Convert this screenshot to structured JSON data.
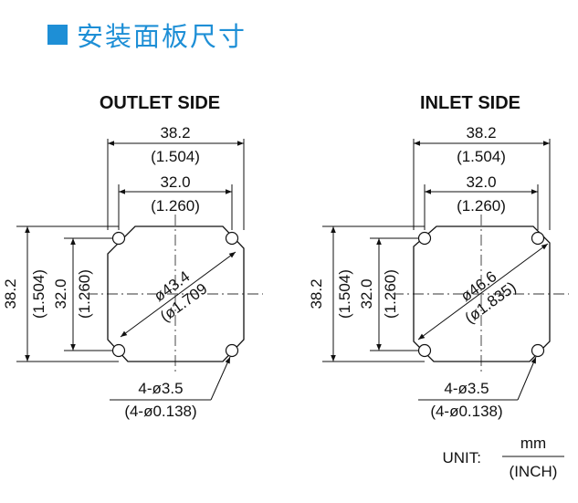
{
  "header": {
    "title": "安装面板尺寸",
    "accent_color": "#1e8fd6"
  },
  "views": [
    {
      "title": "OUTLET SIDE",
      "outer_mm": "38.2",
      "outer_inch": "(1.504)",
      "pitch_mm": "32.0",
      "pitch_inch": "(1.260)",
      "diag_mm": "ø43.4",
      "diag_inch": "(ø1.709",
      "holes_mm": "4-ø3.5",
      "holes_inch": "(4-ø0.138)"
    },
    {
      "title": "INLET SIDE",
      "outer_mm": "38.2",
      "outer_inch": "(1.504)",
      "pitch_mm": "32.0",
      "pitch_inch": "(1.260)",
      "diag_mm": "ø46.6",
      "diag_inch": "(ø1.835)",
      "holes_mm": "4-ø3.5",
      "holes_inch": "(4-ø0.138)"
    }
  ],
  "unit": {
    "label": "UNIT:",
    "numerator": "mm",
    "denominator": "(INCH)"
  }
}
